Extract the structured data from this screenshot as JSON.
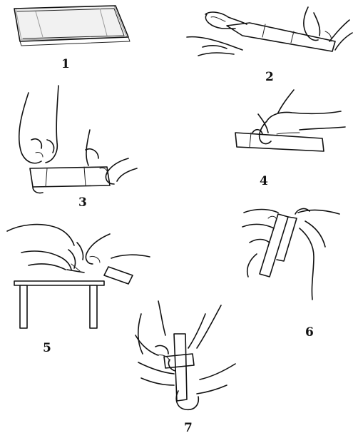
{
  "panels": [
    {
      "number": "1",
      "icon": "sealed-package-icon"
    },
    {
      "number": "2",
      "icon": "unwrapping-tube-icon"
    },
    {
      "number": "3",
      "icon": "breaking-seal-icon"
    },
    {
      "number": "4",
      "icon": "gripping-tube-icon"
    },
    {
      "number": "5",
      "icon": "table-edge-snap-icon"
    },
    {
      "number": "6",
      "icon": "bent-tube-icon"
    },
    {
      "number": "7",
      "icon": "inserting-tube-icon"
    }
  ],
  "colors": {
    "ink": "#111111",
    "background": "#ffffff"
  }
}
